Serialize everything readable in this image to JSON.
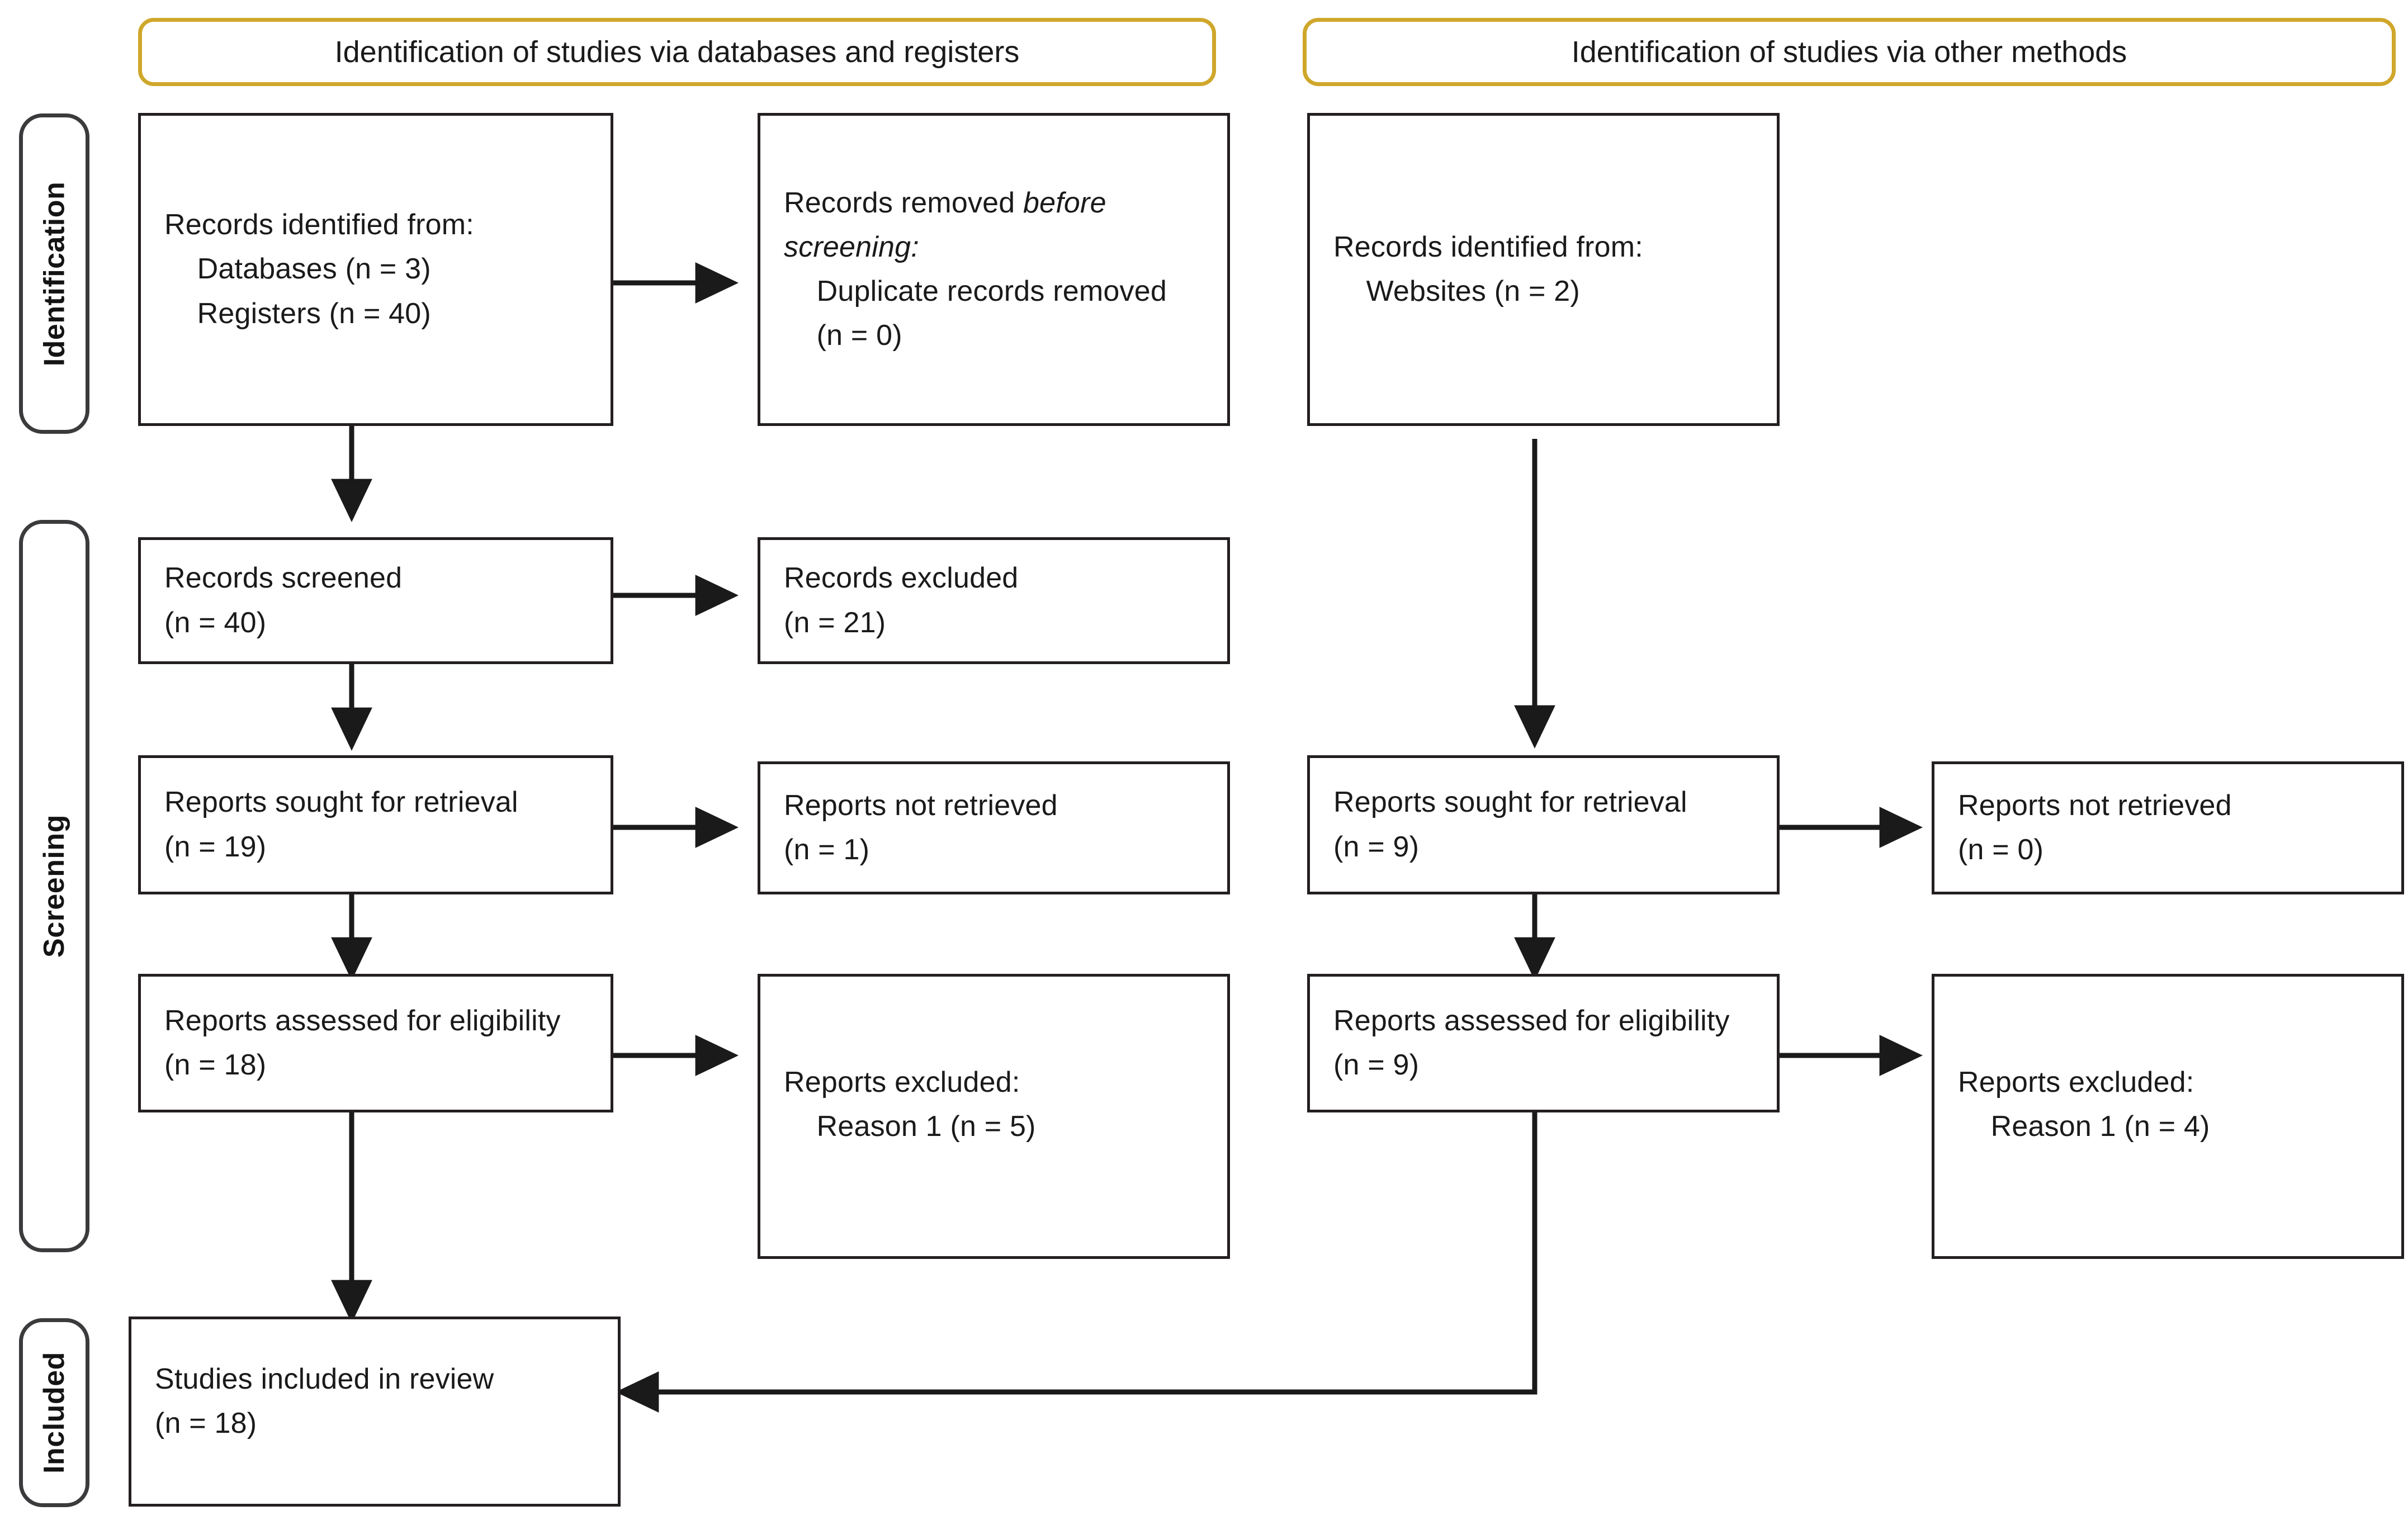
{
  "diagram": {
    "title": "PRISMA 2020 flow diagram",
    "accent_border_color": "#cfa72b",
    "box_border_color": "#231f20",
    "stage_border_color": "#3b3b3d",
    "text_color": "#1a1a1a"
  },
  "columns": [
    {
      "id": "databases",
      "header": "Identification of studies via databases and registers"
    },
    {
      "id": "other",
      "header": "Identification of studies via other methods"
    }
  ],
  "stages": [
    {
      "id": "identification",
      "label": "Identification"
    },
    {
      "id": "screening",
      "label": "Screening"
    },
    {
      "id": "included",
      "label": "Included"
    }
  ],
  "nodes": {
    "records_identified": {
      "line1": "Records identified from:",
      "line2": "    Databases (n = 3)",
      "line3": "    Registers (n = 40)"
    },
    "records_removed": {
      "line1_a": "Records removed ",
      "line1_b": "before",
      "line2_b": "screening:",
      "line3": "    Duplicate records removed",
      "line4": "    (n = 0)"
    },
    "records_screened": {
      "line1": "Records screened",
      "line2": "(n = 40)"
    },
    "records_excluded": {
      "line1": "Records excluded",
      "line2": "(n = 21)"
    },
    "reports_sought": {
      "line1": "Reports sought for retrieval",
      "line2": "(n = 19)"
    },
    "reports_not_retrieved": {
      "line1": "Reports not retrieved",
      "line2": "(n = 1)"
    },
    "reports_assessed": {
      "line1": "Reports assessed for eligibility",
      "line2": "(n = 18)"
    },
    "reports_excluded": {
      "line1": "Reports excluded:",
      "line2": "    Reason 1 (n = 5)"
    },
    "studies_included": {
      "line1": "Studies included in review",
      "line2": "(n = 18)"
    },
    "other_records_identified": {
      "line1": "Records identified from:",
      "line2": "    Websites (n = 2)"
    },
    "other_reports_sought": {
      "line1": "Reports sought for retrieval",
      "line2": "(n = 9)"
    },
    "other_reports_not_retrieved": {
      "line1": "Reports not retrieved",
      "line2": "(n = 0)"
    },
    "other_reports_assessed": {
      "line1": "Reports assessed for eligibility",
      "line2": "(n = 9)"
    },
    "other_reports_excluded": {
      "line1": "Reports excluded:",
      "line2": "    Reason 1 (n = 4)"
    }
  },
  "counts": {
    "databases": 3,
    "registers": 40,
    "duplicates_removed": 0,
    "records_screened": 40,
    "records_excluded": 21,
    "reports_sought": 19,
    "reports_not_retrieved": 1,
    "reports_assessed": 18,
    "reports_excluded_reason1": 5,
    "studies_included": 18,
    "websites": 2,
    "other_reports_sought": 9,
    "other_reports_not_retrieved": 0,
    "other_reports_assessed": 9,
    "other_reports_excluded_reason1": 4
  }
}
